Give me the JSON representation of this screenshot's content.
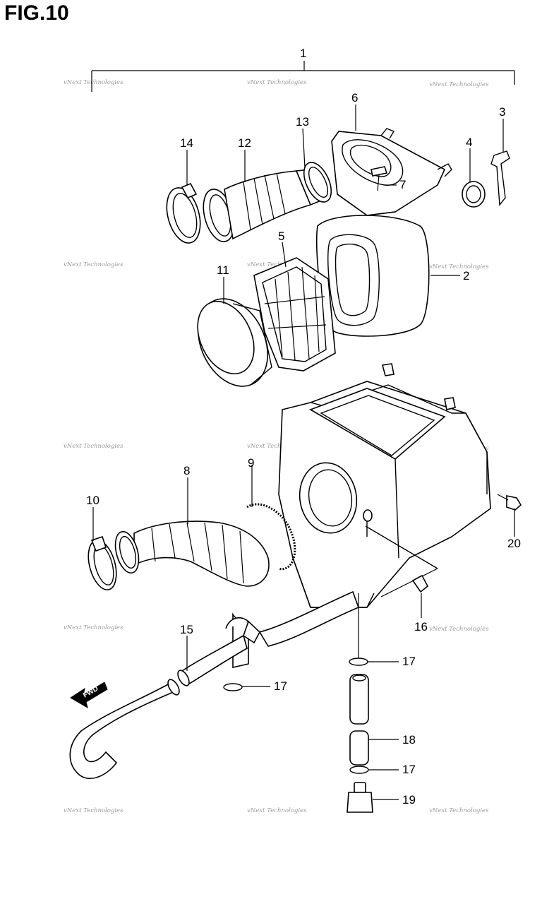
{
  "figure": {
    "title": "FIG.10"
  },
  "callouts": {
    "c1": "1",
    "c2": "2",
    "c3": "3",
    "c4": "4",
    "c5": "5",
    "c6": "6",
    "c7": "7",
    "c8": "8",
    "c9": "9",
    "c10": "10",
    "c11": "11",
    "c12": "12",
    "c13": "13",
    "c14": "14",
    "c15": "15",
    "c16": "16",
    "c17a": "17",
    "c17b": "17",
    "c17c": "17",
    "c18": "18",
    "c19": "19",
    "c20": "20"
  },
  "fwd_label": "FWD",
  "watermark": {
    "text": "vNext Technologies"
  }
}
